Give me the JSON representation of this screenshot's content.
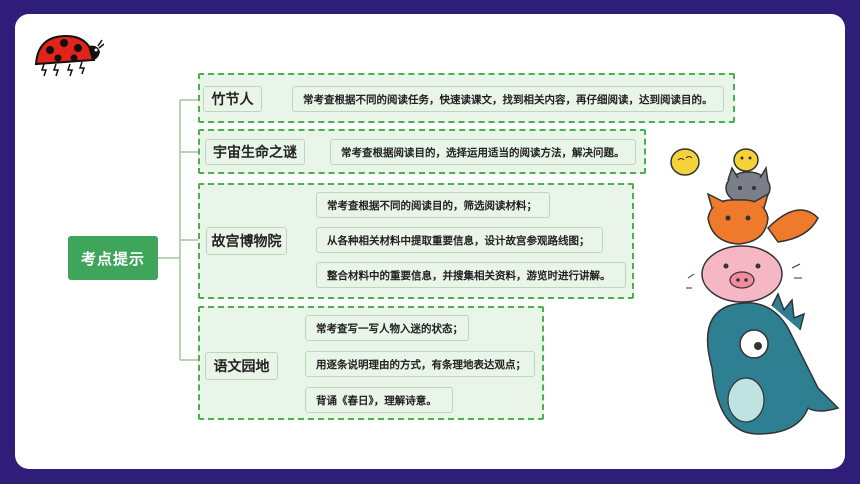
{
  "root": {
    "label": "考点提示"
  },
  "branches": [
    {
      "label": "竹节人",
      "leaves": [
        "常考查根据不同的阅读任务，快速读课文，找到相关内容，再仔细阅读，达到阅读目的。"
      ]
    },
    {
      "label": "宇宙生命之谜",
      "leaves": [
        "常考查根据阅读目的，选择运用适当的阅读方法，解决问题。"
      ]
    },
    {
      "label": "故宫博物院",
      "leaves": [
        "常考查根据不同的阅读目的，筛选阅读材料；",
        "从各种相关材料中提取重要信息，设计故宫参观路线图；",
        "整合材料中的重要信息，并搜集相关资料，游览时进行讲解。"
      ]
    },
    {
      "label": "语文园地",
      "leaves": [
        "常考查写一写人物入迷的状态；",
        "用逐条说明理由的方式，有条理地表达观点；",
        "背诵《春日》，理解诗意。"
      ]
    }
  ],
  "colors": {
    "background": "#2e1e7a",
    "accent": "#3fa55b",
    "node_fill": "#eaf5ea",
    "dashed_border": "#4caf50"
  },
  "decorations": {
    "top_left": "ladybug-icon",
    "right": "stacked-animals-illustration"
  }
}
